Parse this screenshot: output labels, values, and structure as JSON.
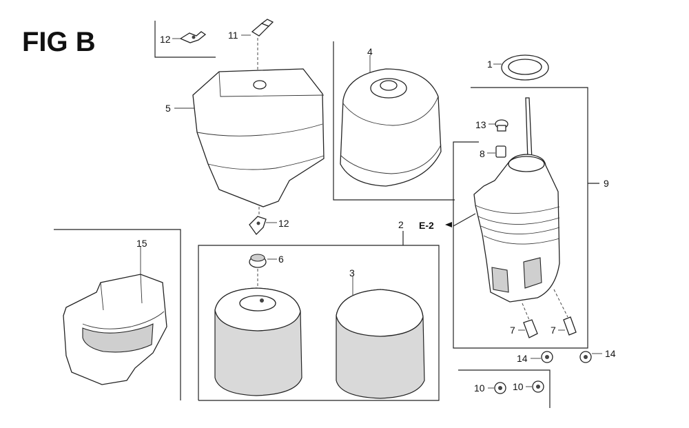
{
  "figure": {
    "title": "FIG B"
  },
  "callouts": {
    "c1": "1",
    "c2": "2",
    "c3": "3",
    "c4": "4",
    "c5": "5",
    "c6": "6",
    "c7a": "7",
    "c7b": "7",
    "c8": "8",
    "c9": "9",
    "c10a": "10",
    "c10b": "10",
    "c11": "11",
    "c12a": "12",
    "c12b": "12",
    "c13": "13",
    "c14a": "14",
    "c14b": "14",
    "c15": "15",
    "ref_e2": "E-2"
  }
}
